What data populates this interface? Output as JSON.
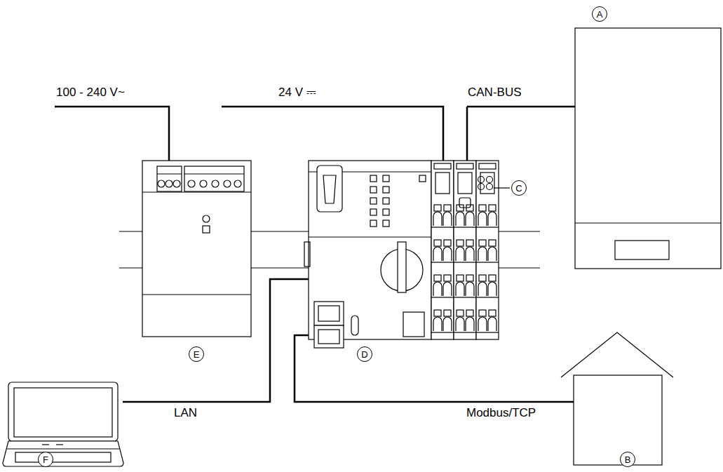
{
  "diagram": {
    "nodes": [
      {
        "text": [
          "A"
        ]
      },
      {
        "text": [
          "C"
        ]
      },
      {
        "text": [
          "E"
        ]
      },
      {
        "text": [
          "D"
        ]
      },
      {
        "text": [
          "B"
        ]
      },
      {
        "text": [
          "F"
        ]
      }
    ],
    "labels": [
      "100 - 240 V~",
      "24 V ⎓",
      "CAN-BUS",
      "LAN",
      "Modbus/TCP"
    ]
  }
}
